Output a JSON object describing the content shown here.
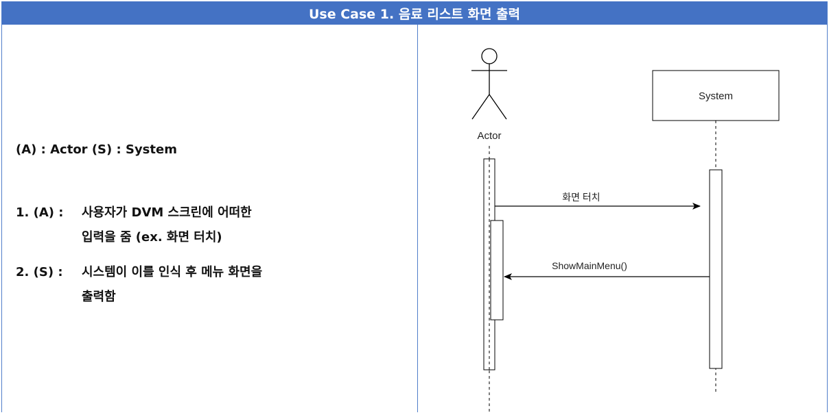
{
  "header": {
    "title": "Use Case 1. 음료 리스트 화면 출력"
  },
  "legend": "(A) : Actor (S) : System",
  "steps": [
    {
      "prefix": "1. (A) :",
      "line1": "사용자가 DVM 스크린에 어떠한",
      "line2": "입력을 줌 (ex. 화면 터치)"
    },
    {
      "prefix": "2. (S) :",
      "line1": "시스템이 이를 인식 후 메뉴 화면을",
      "line2": "출력함"
    }
  ],
  "diagram": {
    "actor_label": "Actor",
    "system_label": "System",
    "message1": "화면 터치",
    "message2": "ShowMainMenu()"
  }
}
